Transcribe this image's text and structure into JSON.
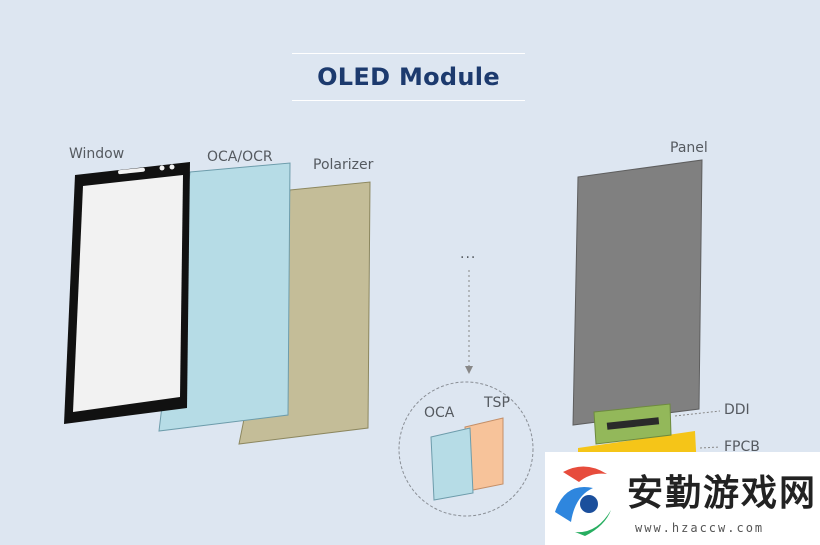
{
  "title": "OLED Module",
  "labels": {
    "window": "Window",
    "oca_ocr": "OCA/OCR",
    "polarizer": "Polarizer",
    "panel": "Panel",
    "ellipsis": "···",
    "oca": "OCA",
    "tsp": "TSP",
    "ddi": "DDI",
    "fpcb": "FPCB"
  },
  "watermark": {
    "text": "安勤游戏网",
    "url": "www.hzaccw.com"
  },
  "colors": {
    "background": "#dde6f1",
    "title": "#1c3a6e",
    "window_frame": "#111111",
    "window_screen": "#f2f2f2",
    "oca_ocr_layer": "#b6dce6",
    "polarizer_layer": "#c4bd98",
    "panel_layer": "#808080",
    "ddi_chip": "#93b85a",
    "fpcb": "#f5c518",
    "tsp_layer": "#f7c39a"
  }
}
